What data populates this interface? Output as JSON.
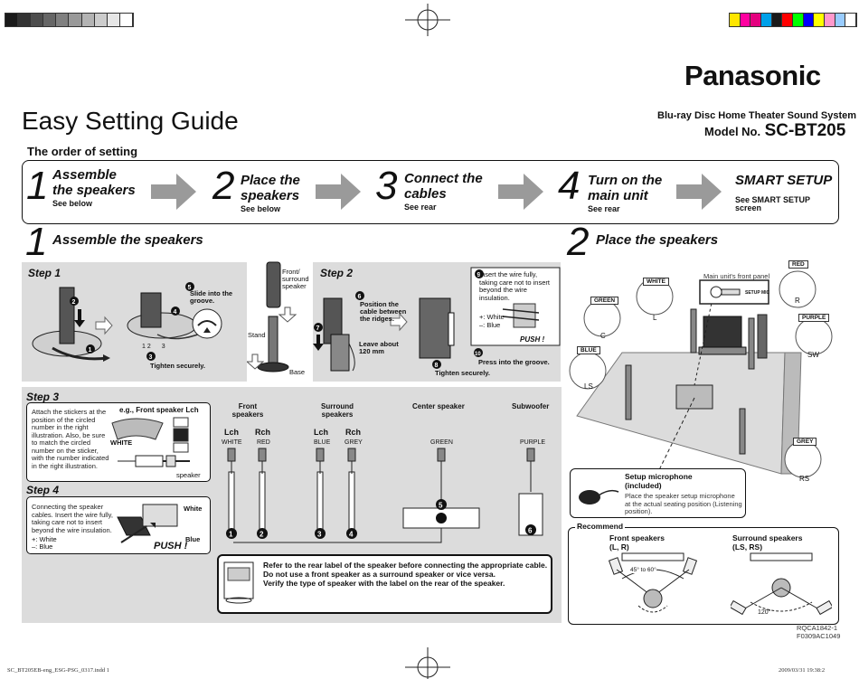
{
  "colors": {
    "gray_panel": "#dcdcdc",
    "arrow_gray": "#9a9a9a",
    "color_bar": [
      "#ffe600",
      "#ff00a0",
      "#e4007f",
      "#00a0e9",
      "#1a1a1a",
      "#ff0000",
      "#00ff00",
      "#0000ff",
      "#ffff00",
      "#ff99cc",
      "#99ccff",
      "#ffffff"
    ],
    "gray_bar": [
      "#1a1a1a",
      "#333333",
      "#4d4d4d",
      "#666666",
      "#808080",
      "#999999",
      "#b3b3b3",
      "#cccccc",
      "#e6e6e6",
      "#ffffff"
    ]
  },
  "brand": "Panasonic",
  "header": {
    "title": "Easy Setting Guide",
    "product_line": "Blu-ray Disc Home Theater Sound System",
    "model_label": "Model No.",
    "model": "SC-BT205",
    "order_heading": "The order of setting"
  },
  "order_steps": [
    {
      "num": "1",
      "title_line1": "Assemble",
      "title_line2": "the speakers",
      "sub": "See below"
    },
    {
      "num": "2",
      "title_line1": "Place the",
      "title_line2": "speakers",
      "sub": "See below"
    },
    {
      "num": "3",
      "title_line1": "Connect the",
      "title_line2": "cables",
      "sub": "See rear"
    },
    {
      "num": "4",
      "title_line1": "Turn on the",
      "title_line2": "main unit",
      "sub": "See rear"
    },
    {
      "num": "",
      "title_line1": "SMART SETUP",
      "title_line2": "",
      "sub": "See SMART SETUP",
      "sub2": "screen"
    }
  ],
  "section1": {
    "num": "1",
    "title": "Assemble the speakers"
  },
  "section2": {
    "num": "2",
    "title": "Place the speakers"
  },
  "step1": {
    "label": "Step 1",
    "slide": "Slide into the groove.",
    "tighten": "Tighten securely.",
    "nums": [
      "1",
      "2",
      "3"
    ],
    "front_surround": "Front/ surround speaker",
    "stand": "Stand",
    "base": "Base"
  },
  "step2": {
    "label": "Step 2",
    "position": "Position the cable between the ridges.",
    "leave": "Leave about 120 mm",
    "tighten": "Tighten securely.",
    "insert": "Insert the wire fully, taking care not to insert beyond the wire insulation.",
    "plus": "+: White",
    "minus": "–: Blue",
    "push": "PUSH !",
    "press": "Press into the groove."
  },
  "step3": {
    "label": "Step 3",
    "text": "Attach the stickers at the position of the circled number in the right illustration. Also, be sure to match the circled number on the sticker, with the number indicated in the right illustration.",
    "eg": "e.g., Front speaker Lch",
    "white": "WHITE",
    "speaker": "speaker"
  },
  "step4": {
    "label": "Step 4",
    "text": "Connecting the speaker cables. Insert the wire fully, taking care not to insert beyond the wire insulation.",
    "plus": "+: White",
    "minus": "–: Blue",
    "white": "White",
    "blue": "Blue",
    "push": "PUSH !"
  },
  "speakers": {
    "front": "Front speakers",
    "surround": "Surround speakers",
    "center": "Center speaker",
    "subwoofer": "Subwoofer",
    "lch": "Lch",
    "rch": "Rch",
    "cols": [
      {
        "color": "WHITE",
        "num": "1"
      },
      {
        "color": "RED",
        "num": "2"
      },
      {
        "color": "BLUE",
        "num": "3"
      },
      {
        "color": "GREY",
        "num": "4"
      },
      {
        "color": "GREEN",
        "num": "5"
      },
      {
        "color": "PURPLE",
        "num": "6"
      }
    ]
  },
  "note": [
    "Refer to the rear label of the speaker before connecting the appropriate cable.",
    "Do not use a front speaker as a surround speaker or vice versa.",
    "Verify the type of speaker with the label on the rear of the speaker."
  ],
  "room": {
    "main_panel": "Main unit's front panel",
    "setup_mic": "SETUP MIC",
    "tags": [
      {
        "color": "RED",
        "ch": "R"
      },
      {
        "color": "WHITE",
        "ch": "L"
      },
      {
        "color": "GREEN",
        "ch": "C"
      },
      {
        "color": "PURPLE",
        "ch": "SW"
      },
      {
        "color": "BLUE",
        "ch": "LS"
      },
      {
        "color": "GREY",
        "ch": "RS"
      }
    ],
    "mic_title": "Setup microphone (included)",
    "mic_text": "Place the speaker setup microphone at the actual seating position (Listening position)."
  },
  "recommend": {
    "label": "Recommend",
    "front": "Front speakers",
    "front_ch": "(L, R)",
    "front_angle": "45° to 60°",
    "surround": "Surround speakers",
    "surround_ch": "(LS, RS)",
    "surround_angle": "120°"
  },
  "codes": {
    "code1": "RQCA1842-1",
    "code2": "F0309AC1049"
  },
  "footer": {
    "file": "SC_BT205EB-eng_ESG-PSG_0317.indd   1",
    "date": "2009/03/31   19:38:2"
  }
}
